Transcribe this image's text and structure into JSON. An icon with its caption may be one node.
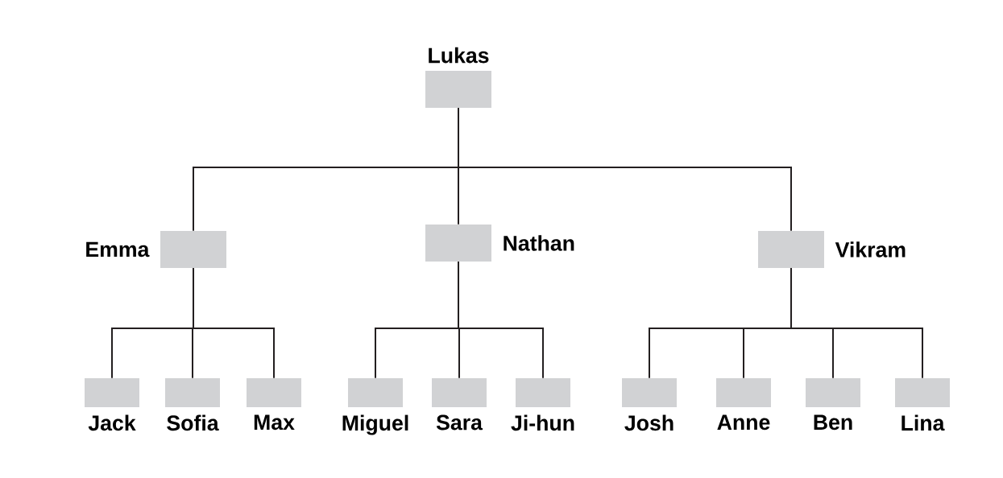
{
  "diagram": {
    "nodes": [
      {
        "text": [
          "Lukas"
        ]
      },
      {
        "text": [
          "Emma"
        ]
      },
      {
        "text": [
          "Nathan"
        ]
      },
      {
        "text": [
          "Vikram"
        ]
      },
      {
        "text": [
          "Jack"
        ]
      },
      {
        "text": [
          "Sofia"
        ]
      },
      {
        "text": [
          "Max"
        ]
      },
      {
        "text": [
          "Miguel"
        ]
      },
      {
        "text": [
          "Sara"
        ]
      },
      {
        "text": [
          "Ji-hun"
        ]
      },
      {
        "text": [
          "Josh"
        ]
      },
      {
        "text": [
          "Anne"
        ]
      },
      {
        "text": [
          "Ben"
        ]
      },
      {
        "text": [
          "Lina"
        ]
      }
    ],
    "edges": [
      {
        "from": 0,
        "to": 1,
        "arrow": "none"
      },
      {
        "from": 0,
        "to": 2,
        "arrow": "none"
      },
      {
        "from": 0,
        "to": 3,
        "arrow": "none"
      },
      {
        "from": 1,
        "to": 4,
        "arrow": "none"
      },
      {
        "from": 1,
        "to": 5,
        "arrow": "none"
      },
      {
        "from": 1,
        "to": 6,
        "arrow": "none"
      },
      {
        "from": 2,
        "to": 7,
        "arrow": "none"
      },
      {
        "from": 2,
        "to": 8,
        "arrow": "none"
      },
      {
        "from": 2,
        "to": 9,
        "arrow": "none"
      },
      {
        "from": 3,
        "to": 10,
        "arrow": "none"
      },
      {
        "from": 3,
        "to": 11,
        "arrow": "none"
      },
      {
        "from": 3,
        "to": 12,
        "arrow": "none"
      },
      {
        "from": 3,
        "to": 13,
        "arrow": "none"
      }
    ]
  }
}
